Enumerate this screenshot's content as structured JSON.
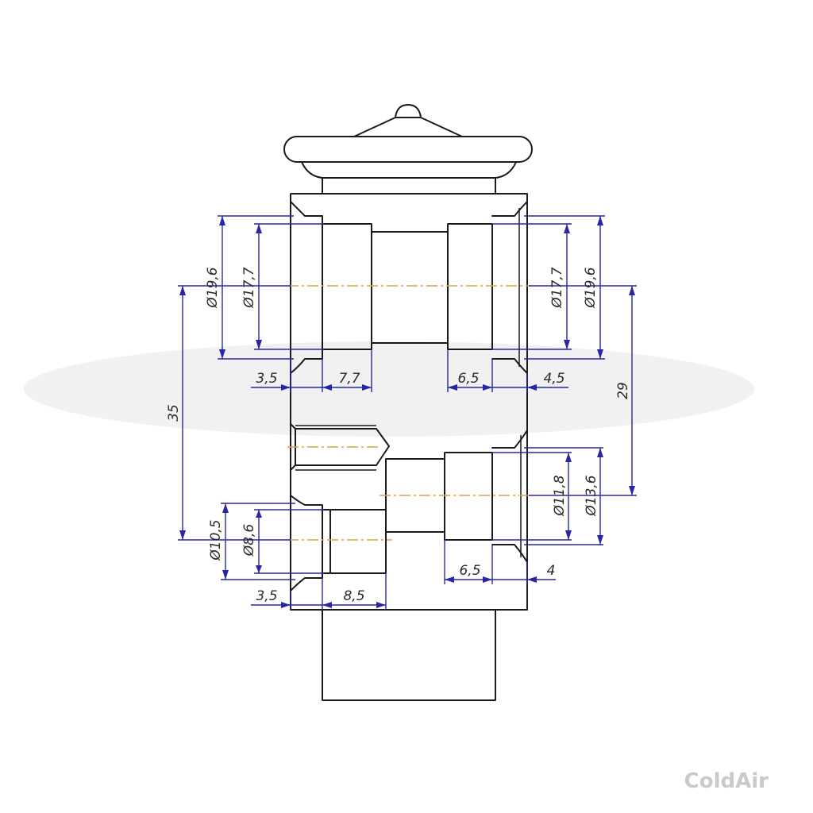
{
  "dimensions": {
    "top_left_outer_dia": "Ø19,6",
    "top_left_inner_dia": "Ø17,7",
    "top_right_inner_dia": "Ø17,7",
    "top_right_outer_dia": "Ø19,6",
    "top_left_depth_a": "3,5",
    "top_left_depth_b": "7,7",
    "top_right_depth_a": "6,5",
    "top_right_depth_b": "4,5",
    "spacing_right": "29",
    "spacing_left": "35",
    "bottom_right_inner_dia": "Ø11,8",
    "bottom_right_outer_dia": "Ø13,6",
    "bottom_left_outer_dia": "Ø10,5",
    "bottom_left_inner_dia": "Ø8,6",
    "bottom_right_depth_a": "6,5",
    "bottom_right_depth_b": "4",
    "bottom_left_depth_a": "3,5",
    "bottom_left_depth_b": "8,5"
  },
  "brand": "ColdAir"
}
